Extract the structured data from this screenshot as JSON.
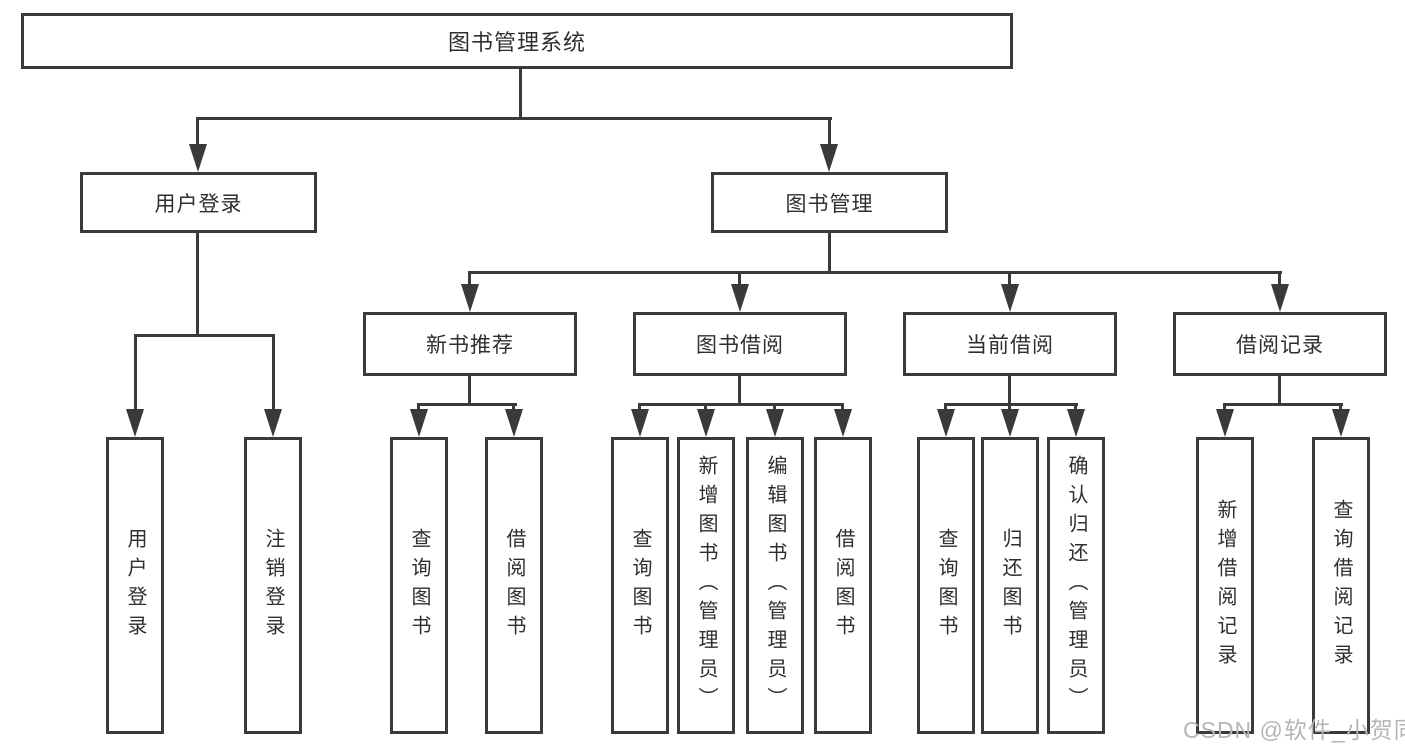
{
  "nodes": {
    "root": "图书管理系统",
    "user_login": "用户登录",
    "book_mgmt": "图书管理",
    "new_books": "新书推荐",
    "book_borrow": "图书借阅",
    "current_borrow": "当前借阅",
    "borrow_records": "借阅记录",
    "user_login_leaves": [
      "用户登录",
      "注销登录"
    ],
    "new_books_leaves": [
      "查询图书",
      "借阅图书"
    ],
    "book_borrow_leaves": [
      "查询图书",
      "新增图书（管理员）",
      "编辑图书（管理员）",
      "借阅图书"
    ],
    "current_borrow_leaves": [
      "查询图书",
      "归还图书",
      "确认归还（管理员）"
    ],
    "borrow_records_leaves": [
      "新增借阅记录",
      "查询借阅记录"
    ]
  },
  "watermark": "CSDN @软件_小贺同学",
  "colors": {
    "line": "#3a3a3a",
    "text": "#2f2f2f",
    "watermark": "#b6b6b6",
    "background": "#ffffff"
  }
}
